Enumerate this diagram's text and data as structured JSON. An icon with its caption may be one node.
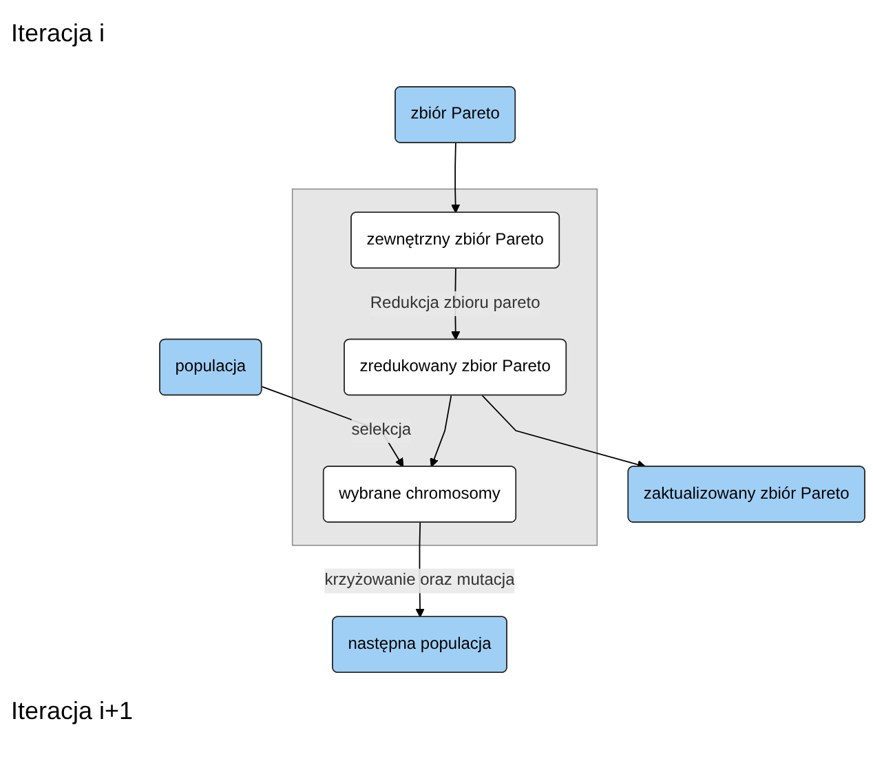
{
  "diagram": {
    "nodes": [
      {
        "text": [
          "populacja"
        ]
      },
      {
        "text": [
          "zbiór Pareto"
        ]
      },
      {
        "text": [],
        "shape": "box"
      },
      {
        "text": [
          "zewnętrzny zbiór Pareto"
        ],
        "in": 2
      },
      {
        "text": [
          "zredukowany zbior Pareto"
        ],
        "in": 2
      },
      {
        "text": [
          "wybrane chromosomy"
        ],
        "in": 2
      },
      {
        "text": [
          "następna populacja"
        ]
      },
      {
        "text": [
          "zaktualizowany zbiór Pareto"
        ]
      }
    ],
    "edges": [
      {
        "from": 1,
        "to": 3,
        "arrow": "to"
      },
      {
        "from": 3,
        "to": 4,
        "arrow": "to",
        "label": "Redukcja zbioru pareto"
      },
      {
        "from": 0,
        "to": 5,
        "arrow": "to",
        "label": "selekcja"
      },
      {
        "from": 4,
        "to": 5,
        "arrow": "to"
      },
      {
        "from": 4,
        "to": 7,
        "arrow": "to"
      },
      {
        "from": 5,
        "to": 6,
        "arrow": "to",
        "label": "krzyżowanie oraz mutacja"
      }
    ],
    "labels": [
      "Iteracja i",
      "Iteracja i+1"
    ]
  }
}
